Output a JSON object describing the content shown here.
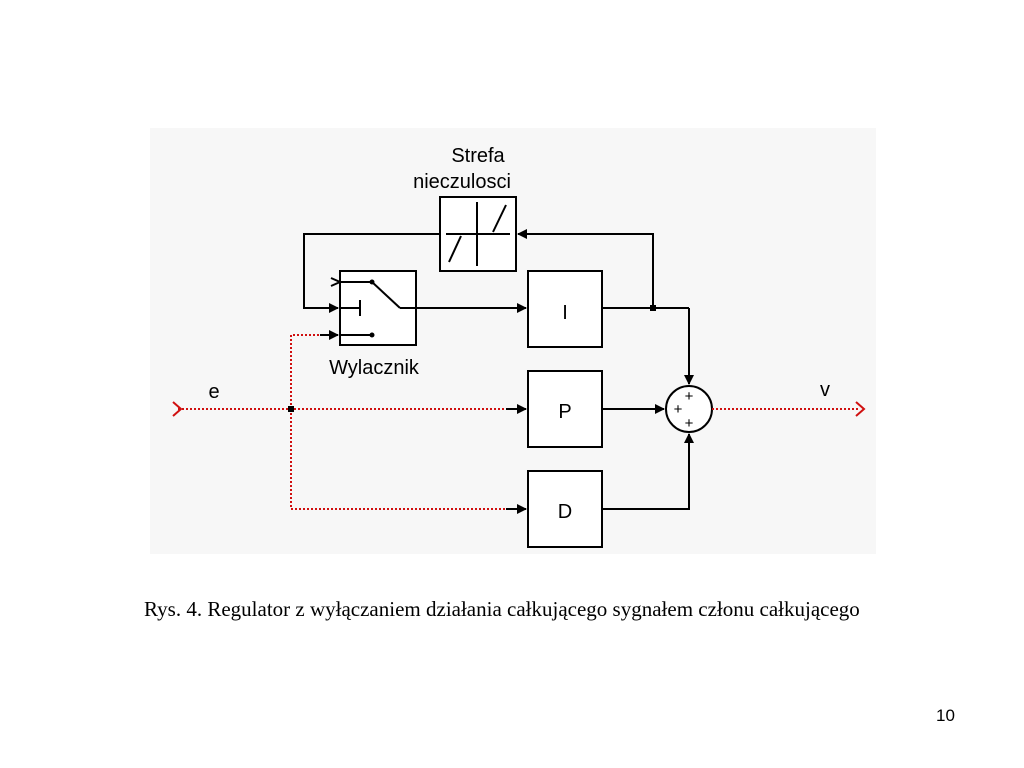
{
  "diagram": {
    "labels": {
      "strefa_line1": "Strefa",
      "strefa_line2": "nieczulosci",
      "wylacznik": "Wylacznik",
      "input": "e",
      "output": "v",
      "block_i": "I",
      "block_p": "P",
      "block_d": "D",
      "sum_sign_top": "+",
      "sum_sign_left": "+",
      "sum_sign_bottom": "+"
    },
    "colors": {
      "signal_dotted": "#d01010",
      "line": "#000000",
      "background_panel": "#f7f7f7"
    }
  },
  "caption": {
    "text": "Rys. 4. Regulator z wyłączaniem działania całkującego sygnałem członu całkującego"
  },
  "page": {
    "number": "10"
  }
}
